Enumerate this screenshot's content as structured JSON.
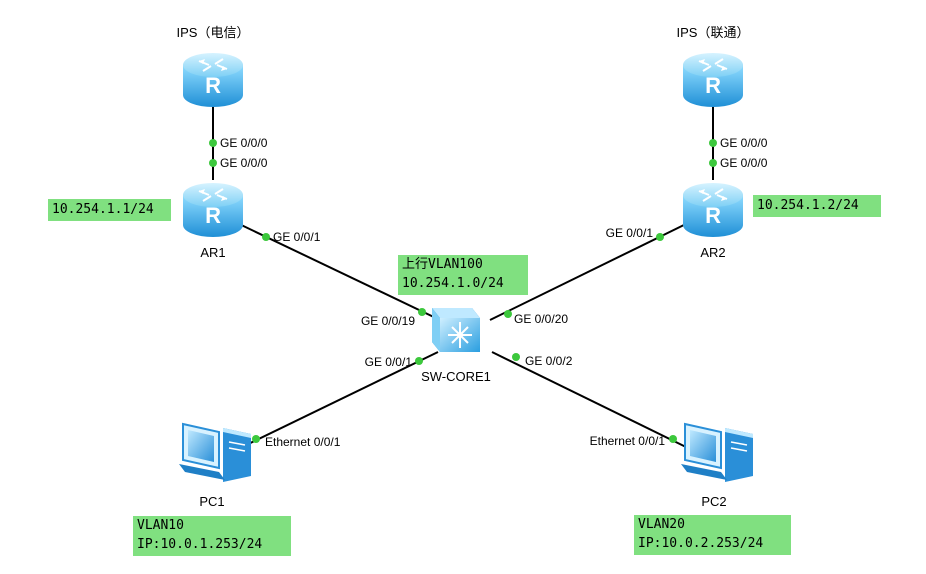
{
  "devices": {
    "isp_telecom": {
      "label": "IPS（电信）",
      "icon": "router-icon"
    },
    "isp_unicom": {
      "label": "IPS（联通）",
      "icon": "router-icon"
    },
    "ar1": {
      "label": "AR1",
      "icon": "router-icon"
    },
    "ar2": {
      "label": "AR2",
      "icon": "router-icon"
    },
    "sw_core1": {
      "label": "SW-CORE1",
      "icon": "switch-icon"
    },
    "pc1": {
      "label": "PC1",
      "icon": "pc-icon"
    },
    "pc2": {
      "label": "PC2",
      "icon": "pc-icon"
    }
  },
  "ports": {
    "isp_telecom_ge000": "GE 0/0/0",
    "ar1_ge000": "GE 0/0/0",
    "ar1_ge001": "GE 0/0/1",
    "isp_unicom_ge000": "GE 0/0/0",
    "ar2_ge000": "GE 0/0/0",
    "ar2_ge001": "GE 0/0/1",
    "sw_ge0019": "GE 0/0/19",
    "sw_ge0020": "GE 0/0/20",
    "sw_ge001": "GE 0/0/1",
    "sw_ge002": "GE 0/0/2",
    "pc1_eth": "Ethernet 0/0/1",
    "pc2_eth": "Ethernet 0/0/1"
  },
  "notes": {
    "ar1_ip": "10.254.1.1/24",
    "ar2_ip": "10.254.1.2/24",
    "uplink_line1": "上行VLAN100",
    "uplink_line2": "10.254.1.0/24",
    "pc1_vlan": "VLAN10",
    "pc1_ip": "IP:10.0.1.253/24",
    "pc2_vlan": "VLAN20",
    "pc2_ip": "IP:10.0.2.253/24"
  },
  "colors": {
    "note_background": "#80e080",
    "port_dot": "#3cc83c",
    "link": "#000000",
    "device_blue": "#2aa0e0"
  }
}
